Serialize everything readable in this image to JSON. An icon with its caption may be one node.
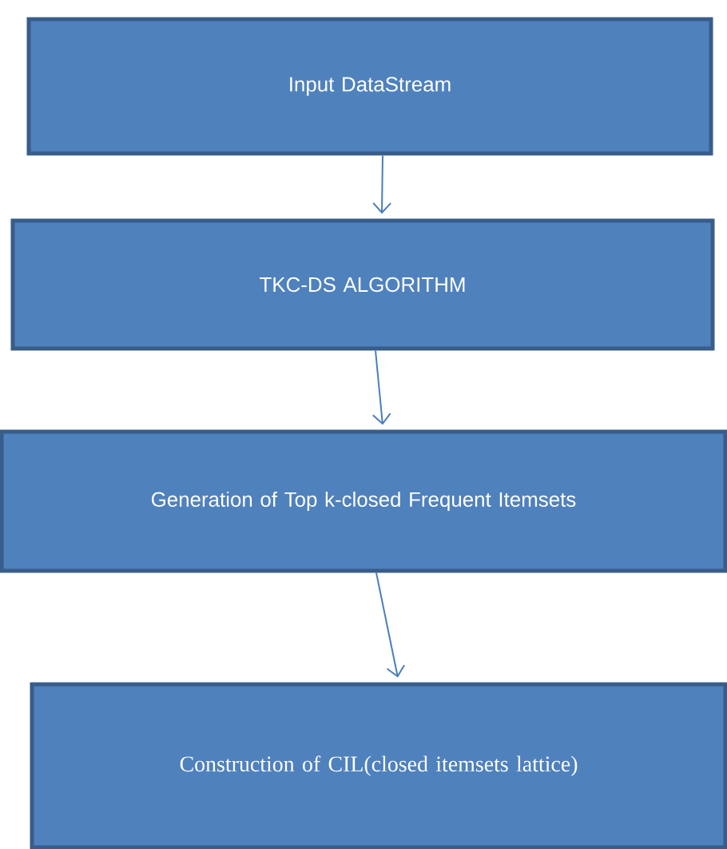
{
  "diagram": {
    "nodes": [
      {
        "text": [
          "Input DataStream"
        ]
      },
      {
        "text": [
          "TKC-DS ALGORITHM"
        ]
      },
      {
        "text": [
          "Generation of Top k-closed Frequent Itemsets"
        ]
      },
      {
        "text": [
          "Construction of CIL(closed itemsets lattice)"
        ]
      }
    ],
    "edges": [
      {
        "from": 0,
        "to": 1,
        "arrow": "to"
      },
      {
        "from": 1,
        "to": 2,
        "arrow": "to"
      },
      {
        "from": 2,
        "to": 3,
        "arrow": "to"
      }
    ]
  }
}
